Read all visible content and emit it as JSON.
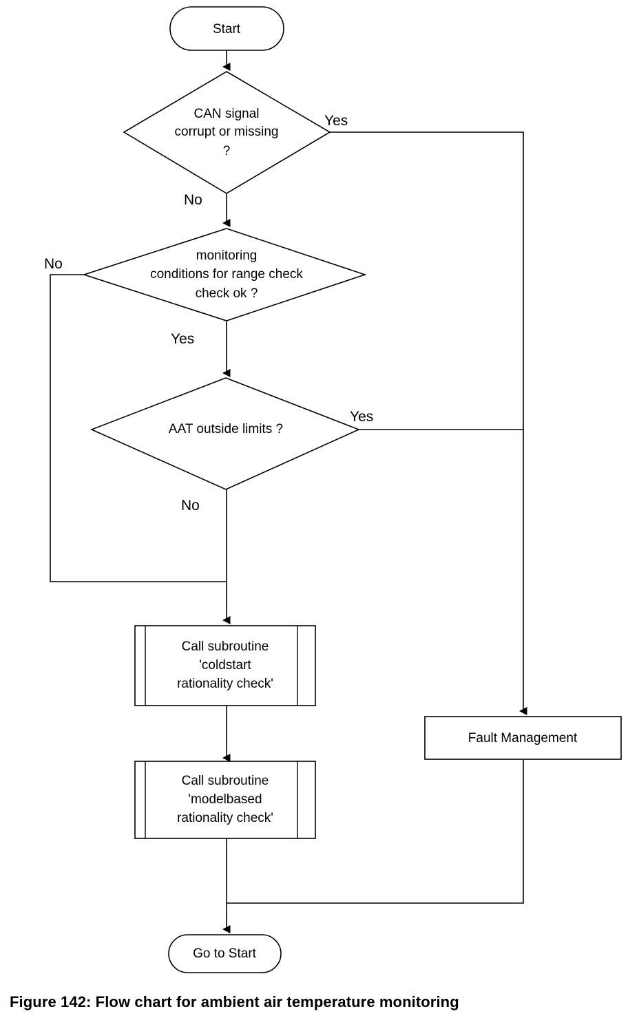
{
  "figure": {
    "caption": "Figure 142: Flow chart for ambient air temperature monitoring",
    "background_color": "#ffffff",
    "line_color": "#000000",
    "text_color": "#000000"
  },
  "nodes": {
    "start": {
      "type": "terminator",
      "label": "Start"
    },
    "decision_can": {
      "type": "decision",
      "line1": "CAN signal",
      "line2": "corrupt or missing",
      "line3": "?"
    },
    "decision_monitoring": {
      "type": "decision",
      "line1": "monitoring",
      "line2": "conditions for range check",
      "line3": "check ok ?"
    },
    "decision_aat": {
      "type": "decision",
      "line1": "AAT outside limits ?"
    },
    "subroutine_coldstart": {
      "type": "predefined-process",
      "line1": "Call subroutine",
      "line2": "'coldstart",
      "line3": "rationality check'"
    },
    "subroutine_modelbased": {
      "type": "predefined-process",
      "line1": "Call subroutine",
      "line2": "'modelbased",
      "line3": "rationality check'"
    },
    "fault_management": {
      "type": "process",
      "label": "Fault Management"
    },
    "goto_start": {
      "type": "terminator",
      "label": "Go to Start"
    }
  },
  "edge_labels": {
    "can_yes": "Yes",
    "can_no": "No",
    "monitoring_no": "No",
    "monitoring_yes": "Yes",
    "aat_yes": "Yes",
    "aat_no": "No"
  }
}
